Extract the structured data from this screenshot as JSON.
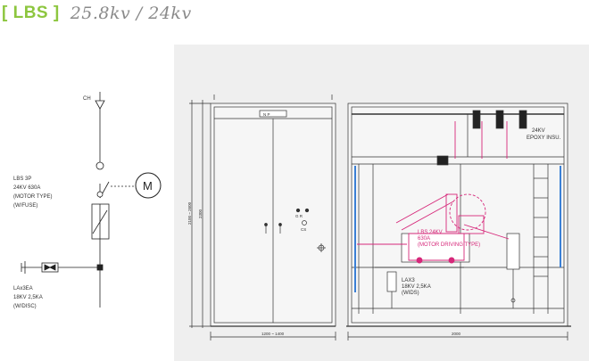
{
  "header": {
    "tag": "[ LBS ]",
    "spec": "25.8kv / 24kv"
  },
  "single_line": {
    "ch": "CH",
    "motor": "M",
    "lbs_lines": [
      "LBS 3P",
      "24KV 630A",
      "(MOTOR TYPE)",
      "(W/FUSE)"
    ],
    "la_lines": [
      "LAx3EA",
      "18KV 2,5KA",
      "(W/DISC)"
    ]
  },
  "front_view": {
    "np": "N    P",
    "gr": "G  R",
    "cs": "CS",
    "height_total": "2100 ~ 2600",
    "height_inner": "2300",
    "width": "1200 ~ 1400"
  },
  "side_view": {
    "bus_lines": [
      "24KV",
      "EPOXY INSU."
    ],
    "lbs_lines": [
      "LBS 24KV",
      "630A",
      "(MOTOR DRIVING TYPE)"
    ],
    "la_lines": [
      "LAX3",
      "18KV 2,5KA",
      "(WIDS)"
    ],
    "width": "2000"
  },
  "colors": {
    "accent_green": "#8dc63f",
    "spec_gray": "#8a8a8a",
    "panel_bg": "#efefef",
    "magenta": "#d6287a",
    "blue": "#3a7fd5"
  }
}
